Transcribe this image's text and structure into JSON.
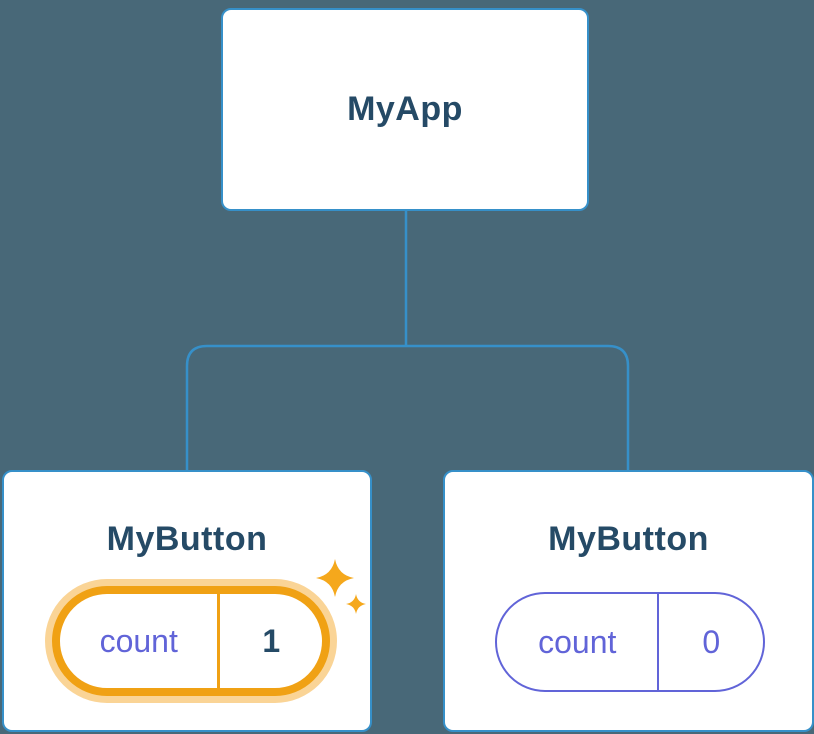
{
  "diagram": {
    "root": {
      "label": "MyApp"
    },
    "children": [
      {
        "label": "MyButton",
        "state": {
          "name": "count",
          "value": "1"
        },
        "highlighted": true
      },
      {
        "label": "MyButton",
        "state": {
          "name": "count",
          "value": "0"
        },
        "highlighted": false
      }
    ]
  },
  "colors": {
    "background": "#486878",
    "node_fill": "#ffffff",
    "node_border": "#3690c9",
    "node_label_text": "#254a66",
    "connector": "#3690c9",
    "state_text": "#6164d8",
    "highlight_border": "#f0a114",
    "highlight_glow": "#f8c573",
    "highlight_value_text": "#254a66",
    "sparkle": "#f5a81c"
  },
  "icons": {
    "sparkle": "four-point-star"
  }
}
